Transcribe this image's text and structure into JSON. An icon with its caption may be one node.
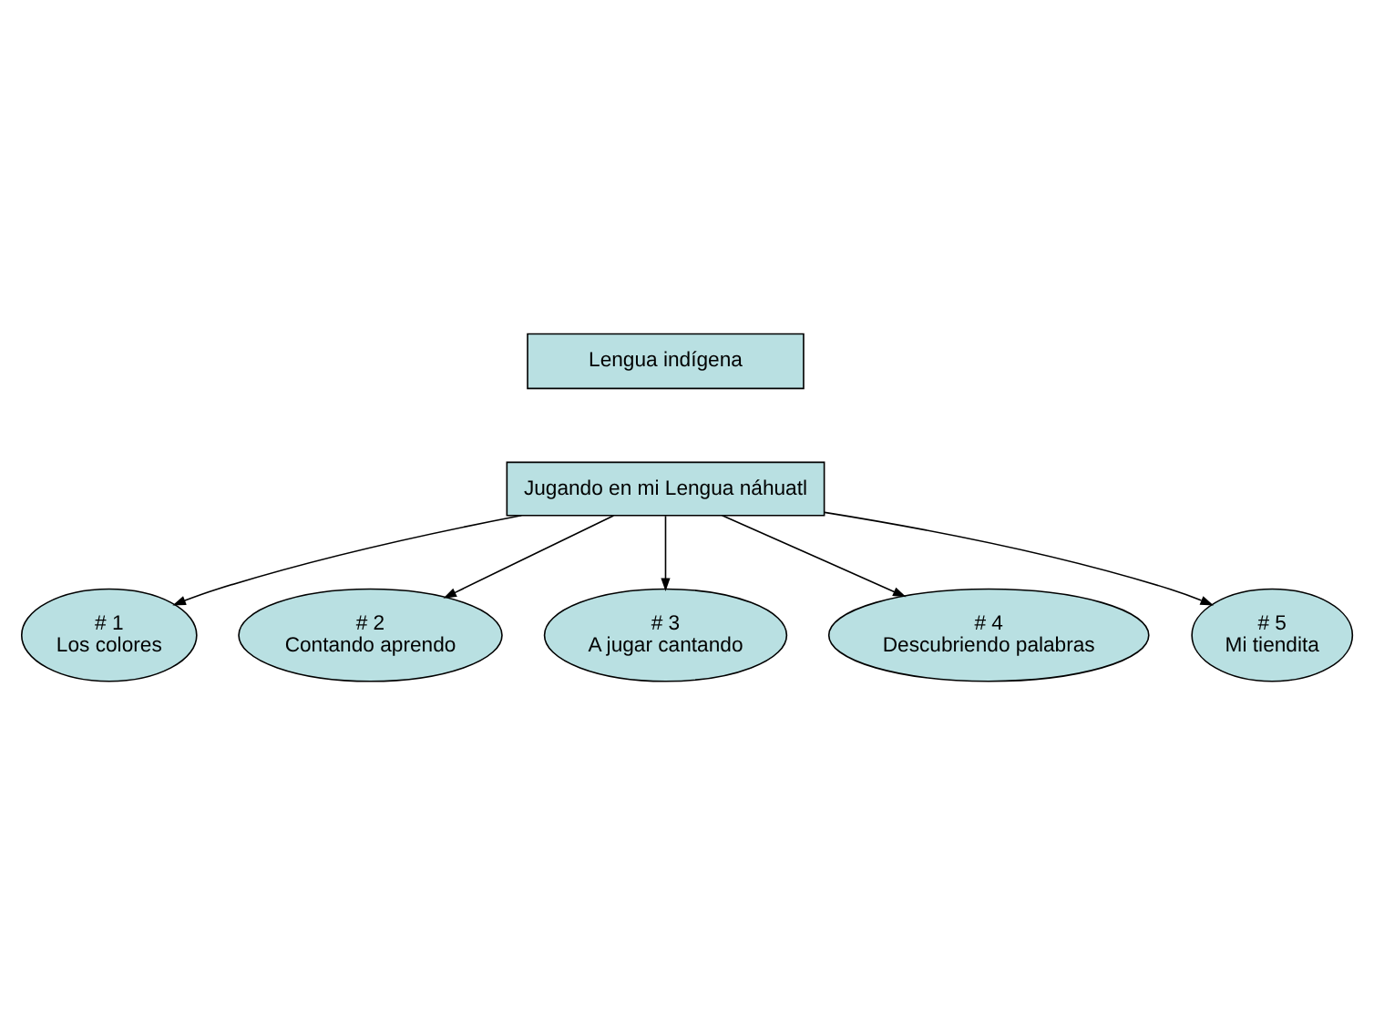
{
  "diagram": {
    "nodes": [
      {
        "text": [
          "Lengua indígena"
        ]
      },
      {
        "text": [
          "Jugando en mi Lengua náhuatl"
        ]
      },
      {
        "text": [
          "# 1",
          "Los colores"
        ]
      },
      {
        "text": [
          "# 2",
          "Contando aprendo"
        ]
      },
      {
        "text": [
          "# 3",
          "A jugar cantando"
        ]
      },
      {
        "text": [
          "# 4",
          "Descubriendo palabras"
        ]
      },
      {
        "text": [
          "# 5",
          "Mi tiendita"
        ]
      }
    ],
    "edges": [
      {
        "from": 1,
        "to": 2,
        "arrow": "to"
      },
      {
        "from": 1,
        "to": 3,
        "arrow": "to"
      },
      {
        "from": 1,
        "to": 4,
        "arrow": "to"
      },
      {
        "from": 1,
        "to": 5,
        "arrow": "to"
      },
      {
        "from": 1,
        "to": 6,
        "arrow": "to"
      }
    ]
  }
}
